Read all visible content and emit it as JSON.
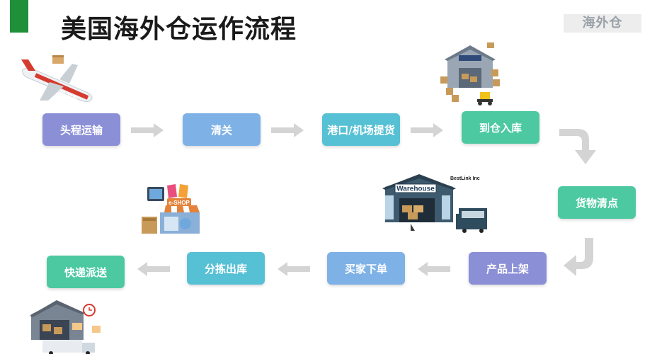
{
  "title": "美国海外仓运作流程",
  "brand_watermark": "海外仓",
  "colors": {
    "accent": "#1f8f3a",
    "step_blue": "#8b8fd6",
    "step_lightblue": "#7eb2e6",
    "step_teal": "#56c0d4",
    "step_green": "#4cc9a0",
    "arrow_gray": "#d4d4d4"
  },
  "steps": [
    {
      "label": "头程运输",
      "color": "#8b8fd6"
    },
    {
      "label": "清关",
      "color": "#7eb2e6"
    },
    {
      "label": "港口/机场提货",
      "color": "#56c0d4"
    },
    {
      "label": "到仓入库",
      "color": "#4cc9a0"
    },
    {
      "label": "货物清点",
      "color": "#4cc9a0"
    },
    {
      "label": "产品上架",
      "color": "#8b8fd6"
    },
    {
      "label": "买家下单",
      "color": "#7eb2e6"
    },
    {
      "label": "分拣出库",
      "color": "#56c0d4"
    },
    {
      "label": "快递派送",
      "color": "#4cc9a0"
    }
  ],
  "illustrations": {
    "airplane_icon": "airplane",
    "warehouse_icon": "warehouse-forklift",
    "eshop_icon": "eshop-storefront",
    "bestlink_icon": "bestlink-warehouse",
    "delivery_icon": "delivery-truck",
    "warehouse_sign": "Warehouse",
    "bestlink_label": "BestLink Inc",
    "eshop_sign": "e-SHOP",
    "airplane_text": "DELIVERY"
  }
}
